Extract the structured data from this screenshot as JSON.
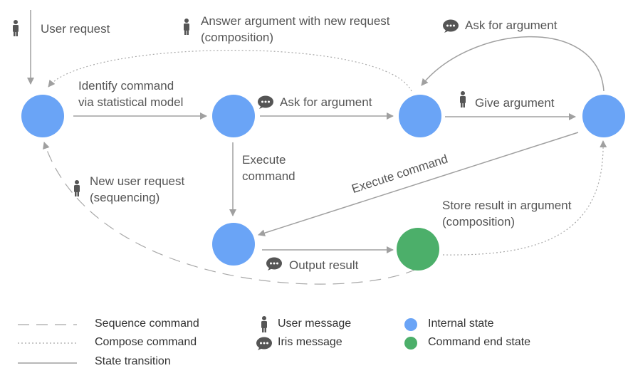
{
  "colors": {
    "internal_state": "#6aa4f6",
    "end_state": "#4caf6a",
    "edge": "#a0a0a0",
    "text": "#555555",
    "icon": "#555555"
  },
  "labels": {
    "user_request": "User request",
    "answer_argument": "Answer argument with new request\n(composition)",
    "ask_for_argument_top": "Ask for argument",
    "identify_command": "Identify command\nvia statistical model",
    "ask_for_argument_mid": "Ask for argument",
    "give_argument": "Give argument",
    "execute_command_vertical": "Execute\ncommand",
    "execute_command_diag": "Execute command",
    "new_user_request": "New user request\n(sequencing)",
    "store_result": "Store result in argument\n(composition)",
    "output_result": "Output result"
  },
  "legend": {
    "sequence_command": "Sequence command",
    "compose_command": "Compose command",
    "state_transition": "State transition",
    "user_message": "User message",
    "iris_message": "Iris message",
    "internal_state": "Internal state",
    "command_end_state": "Command end state"
  },
  "icons": {
    "user": "person-icon",
    "iris": "speech-bubble-icon"
  }
}
